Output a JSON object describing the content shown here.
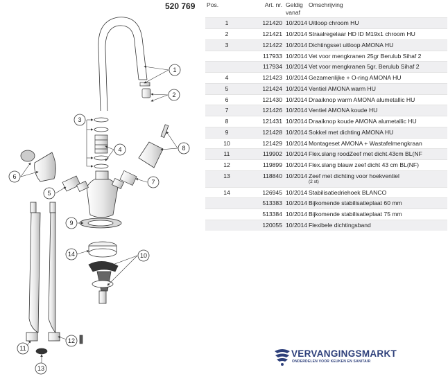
{
  "document": {
    "number": "520 769"
  },
  "table": {
    "headers": {
      "pos": "Pos.",
      "art": "Art. nr.",
      "valid": "Geldig vanaf",
      "desc": "Omschrijving"
    },
    "rows": [
      {
        "pos": "1",
        "art": "121420",
        "date": "10/2014",
        "desc": "Uitloop chroom HU",
        "note": ""
      },
      {
        "pos": "2",
        "art": "121421",
        "date": "10/2014",
        "desc": "Straalregelaar HD ID M19x1 chroom HU",
        "note": ""
      },
      {
        "pos": "3",
        "art": "121422",
        "date": "10/2014",
        "desc": "Dichtingsset uitloop AMONA HU",
        "note": ""
      },
      {
        "pos": "",
        "art": "117933",
        "date": "10/2014",
        "desc": "Vet voor mengkranen 25gr Berulub Sihaf 2",
        "note": ""
      },
      {
        "pos": "",
        "art": "117934",
        "date": "10/2014",
        "desc": "Vet voor mengkranen 5gr. Berulub Sihaf 2",
        "note": ""
      },
      {
        "pos": "4",
        "art": "121423",
        "date": "10/2014",
        "desc": "Gezamenlijke + O-ring AMONA HU",
        "note": ""
      },
      {
        "pos": "5",
        "art": "121424",
        "date": "10/2014",
        "desc": "Ventiel AMONA warm HU",
        "note": ""
      },
      {
        "pos": "6",
        "art": "121430",
        "date": "10/2014",
        "desc": "Draaiknop warm AMONA alumetallic HU",
        "note": ""
      },
      {
        "pos": "7",
        "art": "121426",
        "date": "10/2014",
        "desc": "Ventiel AMONA koude HU",
        "note": ""
      },
      {
        "pos": "8",
        "art": "121431",
        "date": "10/2014",
        "desc": "Draaiknop koude AMONA alumetallic HU",
        "note": ""
      },
      {
        "pos": "9",
        "art": "121428",
        "date": "10/2014",
        "desc": "Sokkel met dichting AMONA HU",
        "note": ""
      },
      {
        "pos": "10",
        "art": "121429",
        "date": "10/2014",
        "desc": "Montageset AMONA + Wastafelmengkraan",
        "note": ""
      },
      {
        "pos": "11",
        "art": "119902",
        "date": "10/2014",
        "desc": "Flex.slang roodZeef met dicht.43cm BL(NF",
        "note": ""
      },
      {
        "pos": "12",
        "art": "119899",
        "date": "10/2014",
        "desc": "Flex.slang blauw zeef dicht 43 cm BL(NF)",
        "note": ""
      },
      {
        "pos": "13",
        "art": "118840",
        "date": "10/2014",
        "desc": "Zeef met dichting voor hoekventiel",
        "note": "(2 st)"
      },
      {
        "pos": "14",
        "art": "126945",
        "date": "10/2014",
        "desc": "Stabilisatiedriehoek BLANCO",
        "note": ""
      },
      {
        "pos": "",
        "art": "513383",
        "date": "10/2014",
        "desc": "Bijkomende stabilisatieplaat 60 mm",
        "note": ""
      },
      {
        "pos": "",
        "art": "513384",
        "date": "10/2014",
        "desc": "Bijkomende stabilisatieplaat 75 mm",
        "note": ""
      },
      {
        "pos": "",
        "art": "120055",
        "date": "10/2014",
        "desc": "Flexibele dichtingsband",
        "note": ""
      }
    ]
  },
  "diagram": {
    "callouts": [
      "1",
      "2",
      "3",
      "4",
      "5",
      "6",
      "7",
      "8",
      "9",
      "10",
      "11",
      "12",
      "13",
      "14"
    ]
  },
  "logo": {
    "name": "VERVANGINGSMARKT",
    "tagline": "ONDERDELEN VOOR KEUKEN EN SANITAIR",
    "color": "#2d3f7a",
    "icon": "swirl-logo-icon"
  },
  "colors": {
    "row_shade": "#efeff1",
    "line": "#333333"
  }
}
